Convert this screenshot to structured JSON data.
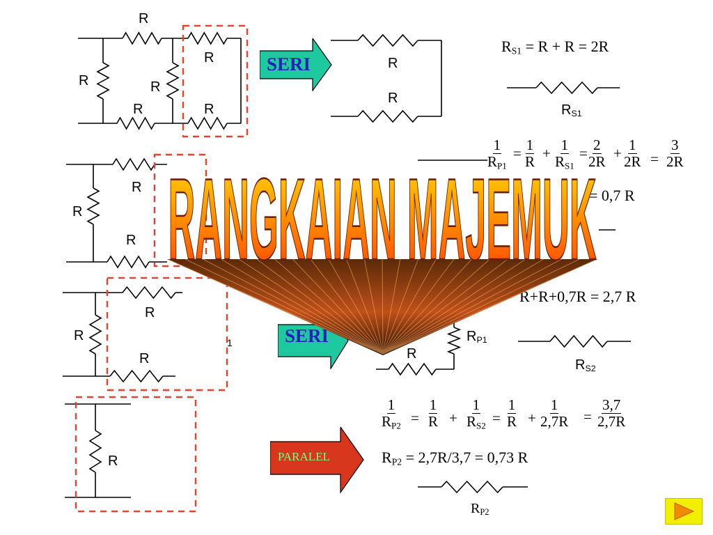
{
  "slide": {
    "title": "RANGKAIAN MAJEMUK",
    "page_number": "1"
  },
  "labels": {
    "r": "R",
    "p1": "P1",
    "s1": "S1",
    "s2": "S2",
    "p2": "P2"
  },
  "arrows": {
    "seri_top": "SERI",
    "seri_mid": "SERI",
    "paralel": "PARALEL"
  },
  "equations": {
    "rs1": "R",
    "rs1_rest": " = R + R = 2R",
    "p1_eq1_num": "1",
    "p1_eq1_den": "R",
    "p1_eq2_num": "1",
    "p1_eq2_den": "R",
    "p1_eq3_num": "1",
    "p1_eq3_den": "R",
    "p1_eq4_num": "2",
    "p1_eq4_den": "2R",
    "p1_eq5_num": "1",
    "p1_eq5_den": "2R",
    "p1_eq6_num": "3",
    "p1_eq6_den": "2R",
    "eq_sign": "=",
    "plus_sign": "+",
    "rp1_result": "= 0,7 R",
    "rs2_rest": "R+R+0,7R = 2,7 R",
    "p2_f1_num": "1",
    "p2_f1_den": "R",
    "p2_f2_num": "1",
    "p2_f2_den": "R",
    "p2_f3_num": "1",
    "p2_f3_den": "R",
    "p2_f4_num": "1",
    "p2_f4_den": "R",
    "p2_f5_num": "1",
    "p2_f5_den": "2,7R",
    "p2_f6_num": "3,7",
    "p2_f6_den": "2,7R",
    "rp2_result": " = 2,7R/3,7 = 0,73 R"
  },
  "colors": {
    "seri_arrow": "#1fc9a0",
    "paralel_arrow": "#d8371e",
    "seri_text": "#2222bb",
    "paralel_text": "#7cff7c",
    "dashed_box": "#e8432a",
    "title_top": "#ffe000",
    "title_bottom": "#ff3a00",
    "next_button": "#f2f000",
    "next_icon": "#f08a00"
  },
  "icons": {
    "next": "play-triangle-icon"
  }
}
